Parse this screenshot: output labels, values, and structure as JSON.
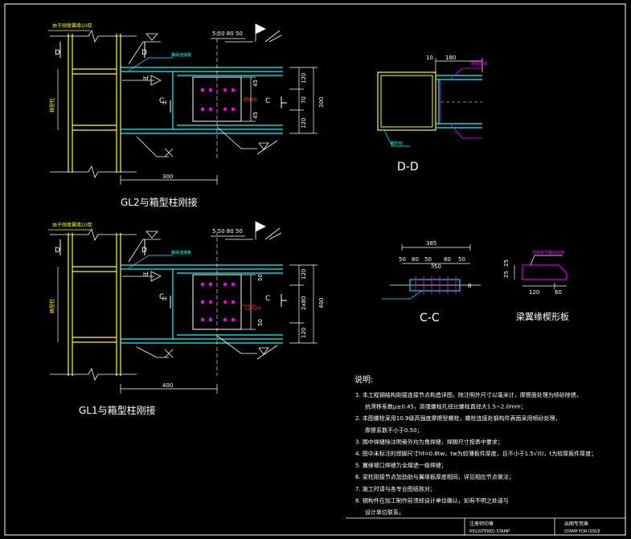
{
  "drawing": {
    "frame_color": "#ffffff",
    "colors": {
      "white": "#ffffff",
      "yellow": "#ffff00",
      "cyan": "#00ffff",
      "magenta": "#ff00ff",
      "red": "#ff3030",
      "green": "#00ff00"
    }
  },
  "gl2": {
    "title": "GL2与箱型柱刚接",
    "col_label": "箱型柱",
    "top_note": "由于刚度翼缘10厚",
    "section_mark_d": "D",
    "section_mark_c": "C",
    "hf_label": "hf",
    "h_label": "H",
    "bolt_callout": "8M20",
    "plate_note": "翼缘连接板",
    "dim_top": "5 50 80 50",
    "dim_45a": "45",
    "dim_45b": "45",
    "dim_right_top": "120",
    "dim_right_mid": "70",
    "dim_right_bot": "120",
    "dim_total_h": "300",
    "dim_bottom": "300"
  },
  "gl1": {
    "title": "GL1与箱型柱刚接",
    "col_label": "箱型柱",
    "top_note": "由于刚度翼缘10厚",
    "section_mark_d": "D",
    "section_mark_c": "C",
    "hf_label": "hf",
    "h_label": "H",
    "bolt_callout": "12M20",
    "plate_note": "翼缘连接板",
    "dim_top": "5 50 80 50",
    "dim_50a": "50",
    "dim_50b": "50",
    "dim_right_top": "120",
    "dim_right_mid": "2x80",
    "dim_right_bot": "120",
    "dim_total_h": "400",
    "dim_bottom": "400"
  },
  "dd": {
    "title": "D-D",
    "dim_10": "10",
    "dim_180": "180",
    "note_top": "隔板焊缝",
    "note_bottom": "箱形柱"
  },
  "cc": {
    "title": "C-C",
    "dim_total": "385",
    "dim_parts": [
      "50",
      "80",
      "50",
      "50",
      "80",
      "50"
    ],
    "dim_5": "5",
    "dim_8": "8"
  },
  "plate": {
    "title": "梁翼缘楔形板",
    "note": "加劲板与翼缘焊接",
    "dim_25": "25",
    "dim_25b": "25",
    "dim_120": "120",
    "dim_60": "60"
  },
  "notes": {
    "heading": "说明:",
    "items": [
      "1. 本工程钢结构刚接连接节点构造详图，除注明外尺寸以毫米计，摩擦面处理为喷砂除锈，",
      "   抗滑移系数μ≥0.45，高强螺栓孔径比螺栓直径大1.5~2.0mm；",
      "2. 本图螺栓采用10.9级高强度摩擦型螺栓，螺栓连接处钢构件表面采用喷砂处理，",
      "   摩擦系数不小于0.50；",
      "3. 图中焊缝除注明者外均为角焊缝，焊脚尺寸按表中要求；",
      "4. 图中未标注的焊脚尺寸hf=0.8tw，tw为较薄板件厚度，且不小于1.5√(t)，t为较厚板件厚度；",
      "5. 翼缘坡口焊缝为全熔透一级焊缝；",
      "6. 梁柱刚接节点加劲肋与翼缘板厚度相同，详见相应节点做法；",
      "7. 施工时请与各专业图纸核对；",
      "8. 钢构件在加工制作前须经设计单位确认，如有不明之处请与",
      "   设计单位联系。"
    ]
  },
  "title_block": {
    "left": "注册师印章",
    "left_en": "REGISTERED STAMP",
    "right": "出图专用章",
    "right_en": "STAMP FOR ISSUE"
  }
}
